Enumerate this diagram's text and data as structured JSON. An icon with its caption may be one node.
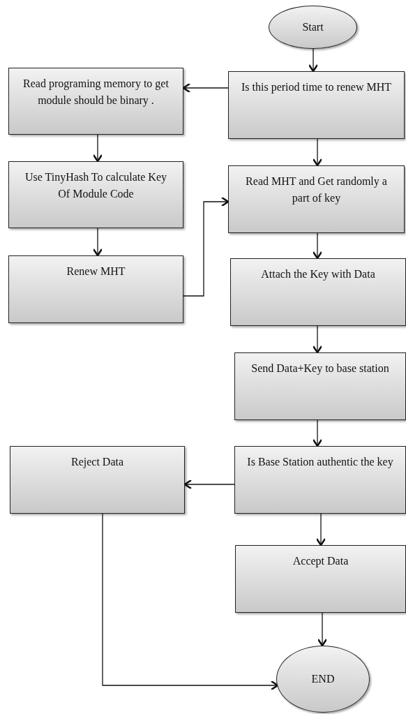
{
  "diagram": {
    "nodes": [
      {
        "text": [
          "Start"
        ]
      },
      {
        "text": [
          "Is this period time to renew MHT"
        ]
      },
      {
        "text": [
          "Read programing memory to get module should be binary ."
        ]
      },
      {
        "text": [
          "Use TinyHash To calculate Key Of Module Code"
        ]
      },
      {
        "text": [
          "Renew MHT"
        ]
      },
      {
        "text": [
          "Read MHT and Get randomly a part of key"
        ]
      },
      {
        "text": [
          "Attach the Key with Data"
        ]
      },
      {
        "text": [
          "Send Data+Key to base station"
        ]
      },
      {
        "text": [
          "Is Base Station authentic the key"
        ]
      },
      {
        "text": [
          "Reject Data"
        ]
      },
      {
        "text": [
          "Accept Data"
        ]
      },
      {
        "text": [
          "END"
        ]
      }
    ],
    "edges": [
      {
        "from": 0,
        "to": 1,
        "arrow": "to"
      },
      {
        "from": 1,
        "to": 2,
        "arrow": "to"
      },
      {
        "from": 2,
        "to": 3,
        "arrow": "to"
      },
      {
        "from": 3,
        "to": 4,
        "arrow": "to"
      },
      {
        "from": 4,
        "to": 5,
        "arrow": "to"
      },
      {
        "from": 1,
        "to": 5,
        "arrow": "to"
      },
      {
        "from": 5,
        "to": 6,
        "arrow": "to"
      },
      {
        "from": 6,
        "to": 7,
        "arrow": "to"
      },
      {
        "from": 7,
        "to": 8,
        "arrow": "to"
      },
      {
        "from": 8,
        "to": 9,
        "arrow": "to"
      },
      {
        "from": 8,
        "to": 10,
        "arrow": "to"
      },
      {
        "from": 10,
        "to": 11,
        "arrow": "to"
      },
      {
        "from": 9,
        "to": 11,
        "arrow": "to"
      }
    ]
  }
}
